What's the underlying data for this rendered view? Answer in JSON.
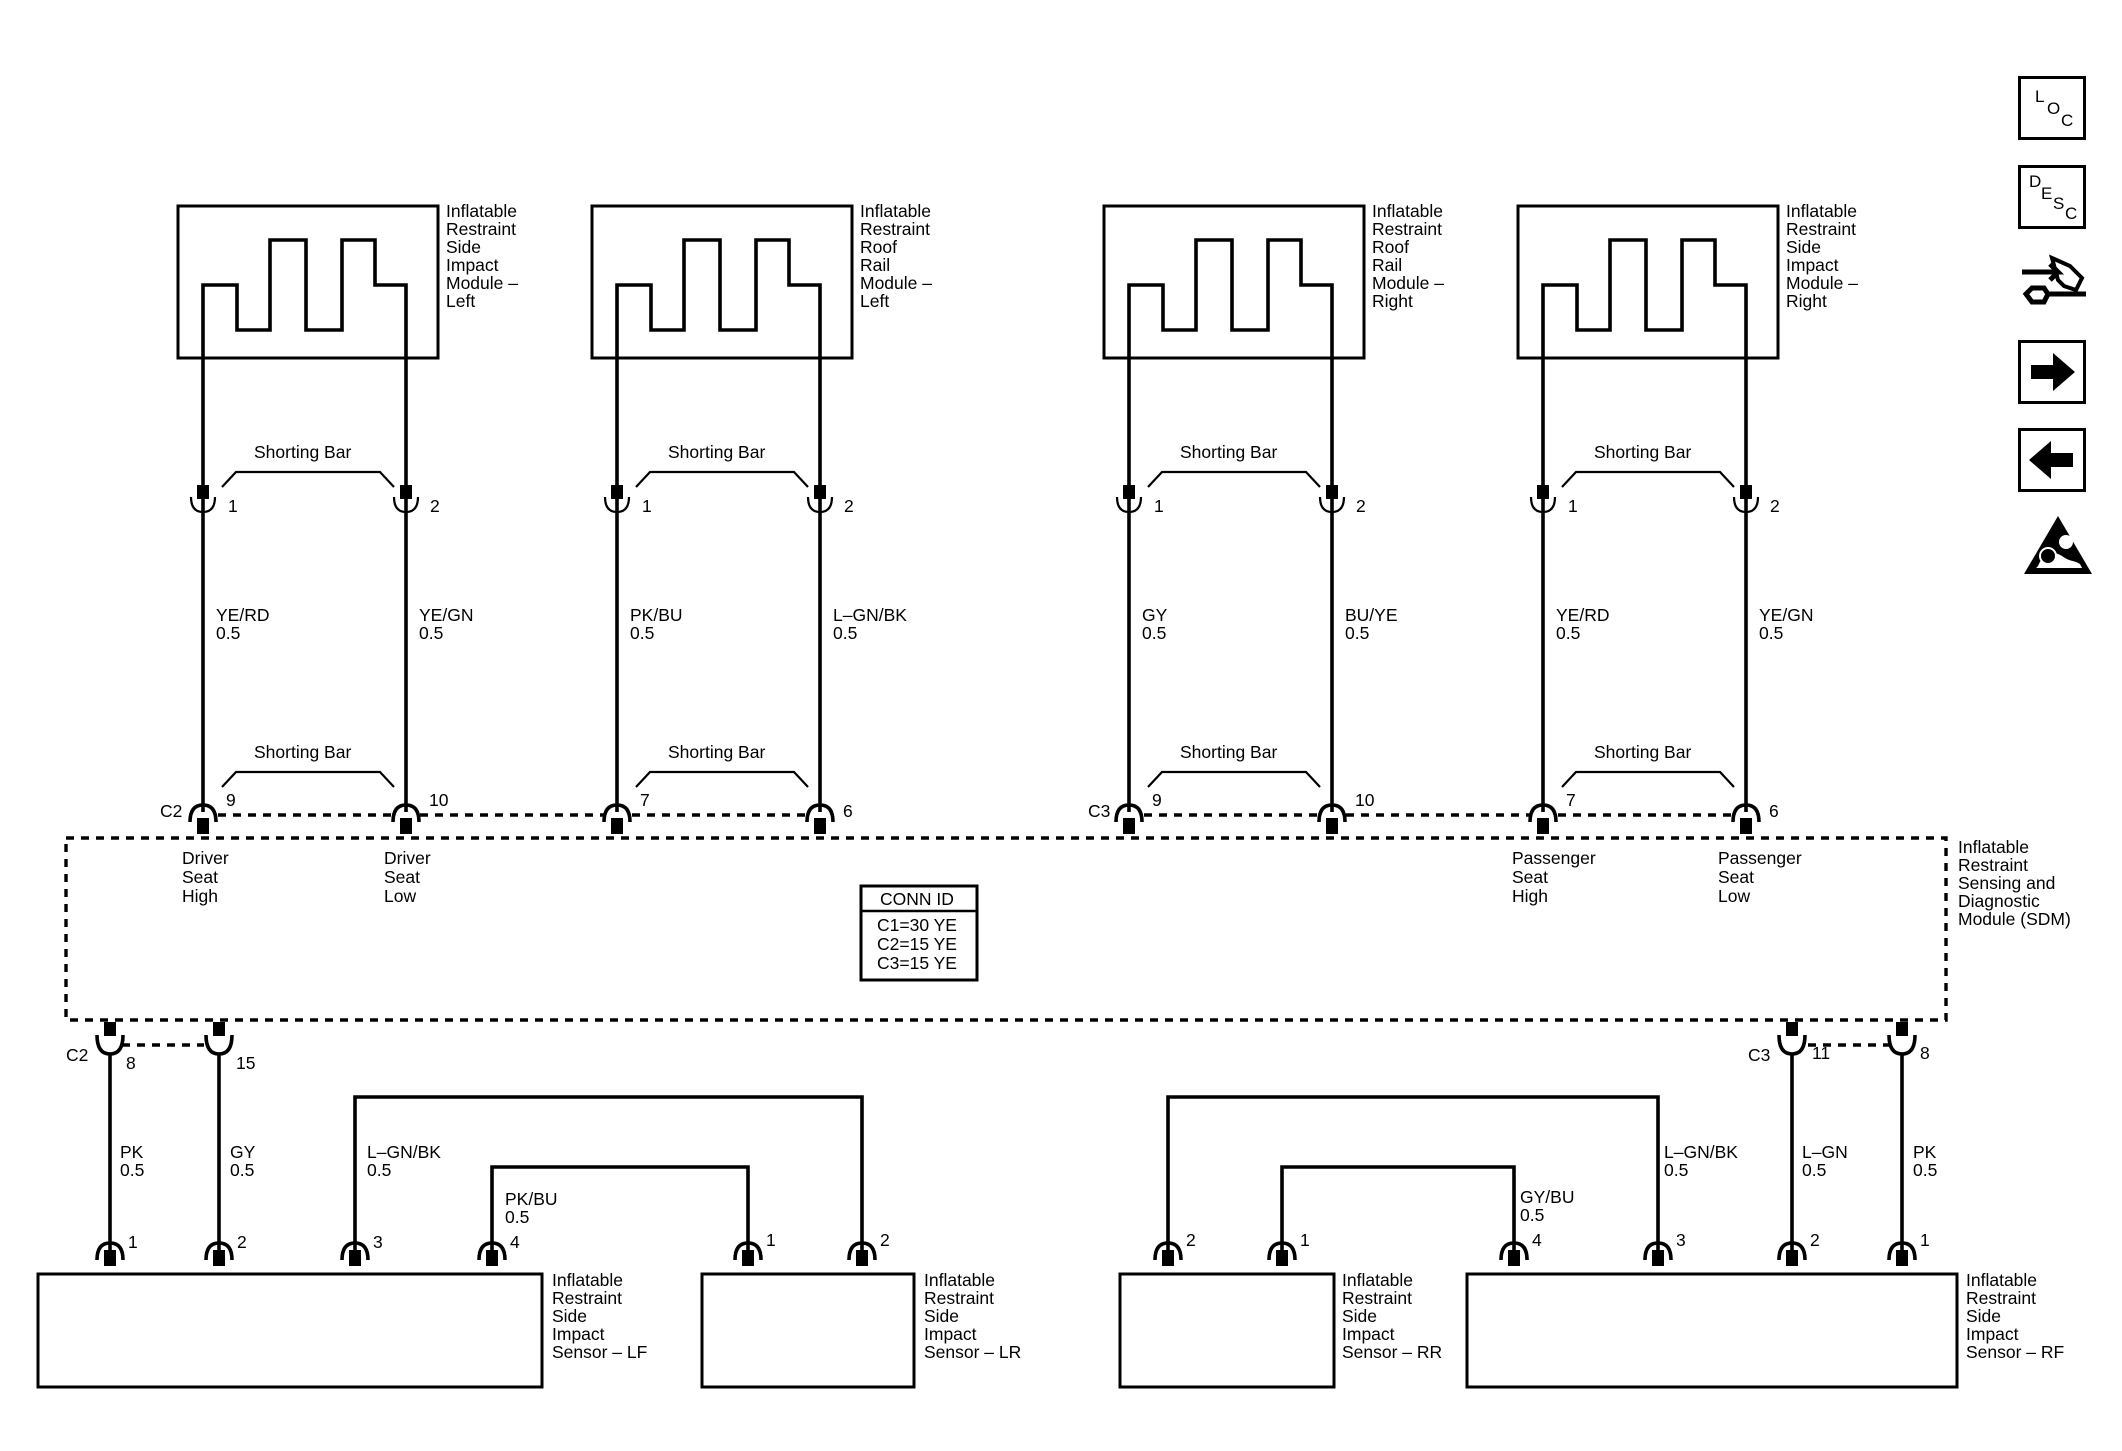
{
  "modules_top": [
    {
      "id": "sim-left",
      "lines": [
        "Inflatable",
        "Restraint",
        "Side",
        "Impact",
        "Module –",
        "Left"
      ]
    },
    {
      "id": "rrm-left",
      "lines": [
        "Inflatable",
        "Restraint",
        "Roof",
        "Rail",
        "Module –",
        "Left"
      ]
    },
    {
      "id": "rrm-right",
      "lines": [
        "Inflatable",
        "Restraint",
        "Roof",
        "Rail",
        "Module –",
        "Right"
      ]
    },
    {
      "id": "sim-right",
      "lines": [
        "Inflatable",
        "Restraint",
        "Side",
        "Impact",
        "Module –",
        "Right"
      ]
    }
  ],
  "shorting_bar_label": "Shorting Bar",
  "top_pins": [
    "1",
    "2",
    "1",
    "2",
    "1",
    "2",
    "1",
    "2"
  ],
  "top_wires": [
    {
      "color": "YE/RD",
      "gauge": "0.5"
    },
    {
      "color": "YE/GN",
      "gauge": "0.5"
    },
    {
      "color": "PK/BU",
      "gauge": "0.5"
    },
    {
      "color": "L–GN/BK",
      "gauge": "0.5"
    },
    {
      "color": "GY",
      "gauge": "0.5"
    },
    {
      "color": "BU/YE",
      "gauge": "0.5"
    },
    {
      "color": "YE/RD",
      "gauge": "0.5"
    },
    {
      "color": "YE/GN",
      "gauge": "0.5"
    }
  ],
  "sdm_top_pins": [
    "9",
    "10",
    "7",
    "6",
    "9",
    "10",
    "7",
    "6"
  ],
  "sdm_connectors": {
    "left_top": "C2",
    "right_top": "C3",
    "left_bottom": "C2",
    "right_bottom": "C3"
  },
  "sdm_pin_labels": [
    {
      "lines": [
        "Driver",
        "Seat",
        "High"
      ]
    },
    {
      "lines": [
        "Driver",
        "Seat",
        "Low"
      ]
    },
    {
      "lines": [
        "Passenger",
        "Seat",
        "High"
      ]
    },
    {
      "lines": [
        "Passenger",
        "Seat",
        "Low"
      ]
    }
  ],
  "sdm_name": [
    "Inflatable",
    "Restraint",
    "Sensing and",
    "Diagnostic",
    "Module (SDM)"
  ],
  "conn_id": {
    "title": "CONN ID",
    "rows": [
      "C1=30 YE",
      "C2=15 YE",
      "C3=15 YE"
    ]
  },
  "sdm_bottom_pins": [
    "8",
    "15",
    "11",
    "8"
  ],
  "bottom_wires": [
    {
      "color": "PK",
      "gauge": "0.5"
    },
    {
      "color": "GY",
      "gauge": "0.5"
    },
    {
      "color": "L–GN/BK",
      "gauge": "0.5"
    },
    {
      "color": "PK/BU",
      "gauge": "0.5"
    },
    {
      "color": "GY/BU",
      "gauge": "0.5"
    },
    {
      "color": "L–GN/BK",
      "gauge": "0.5"
    },
    {
      "color": "L–GN",
      "gauge": "0.5"
    },
    {
      "color": "PK",
      "gauge": "0.5"
    }
  ],
  "sensor_pins": {
    "lf": [
      "1",
      "2",
      "3",
      "4"
    ],
    "lr": [
      "1",
      "2"
    ],
    "rr": [
      "2",
      "1"
    ],
    "rf": [
      "4",
      "3",
      "2",
      "1"
    ]
  },
  "sensors": [
    {
      "id": "lf",
      "lines": [
        "Inflatable",
        "Restraint",
        "Side",
        "Impact",
        "Sensor – LF"
      ]
    },
    {
      "id": "lr",
      "lines": [
        "Inflatable",
        "Restraint",
        "Side",
        "Impact",
        "Sensor – LR"
      ]
    },
    {
      "id": "rr",
      "lines": [
        "Inflatable",
        "Restraint",
        "Side",
        "Impact",
        "Sensor – RR"
      ]
    },
    {
      "id": "rf",
      "lines": [
        "Inflatable",
        "Restraint",
        "Side",
        "Impact",
        "Sensor – RF"
      ]
    }
  ],
  "nav": {
    "loc": {
      "l": "L",
      "o": "O",
      "c": "C"
    },
    "desc": {
      "d": "D",
      "e": "E",
      "s": "S",
      "c": "C"
    },
    "icons": [
      "component-locator-icon",
      "forward-arrow-icon",
      "back-arrow-icon",
      "airbag-warning-icon"
    ]
  }
}
